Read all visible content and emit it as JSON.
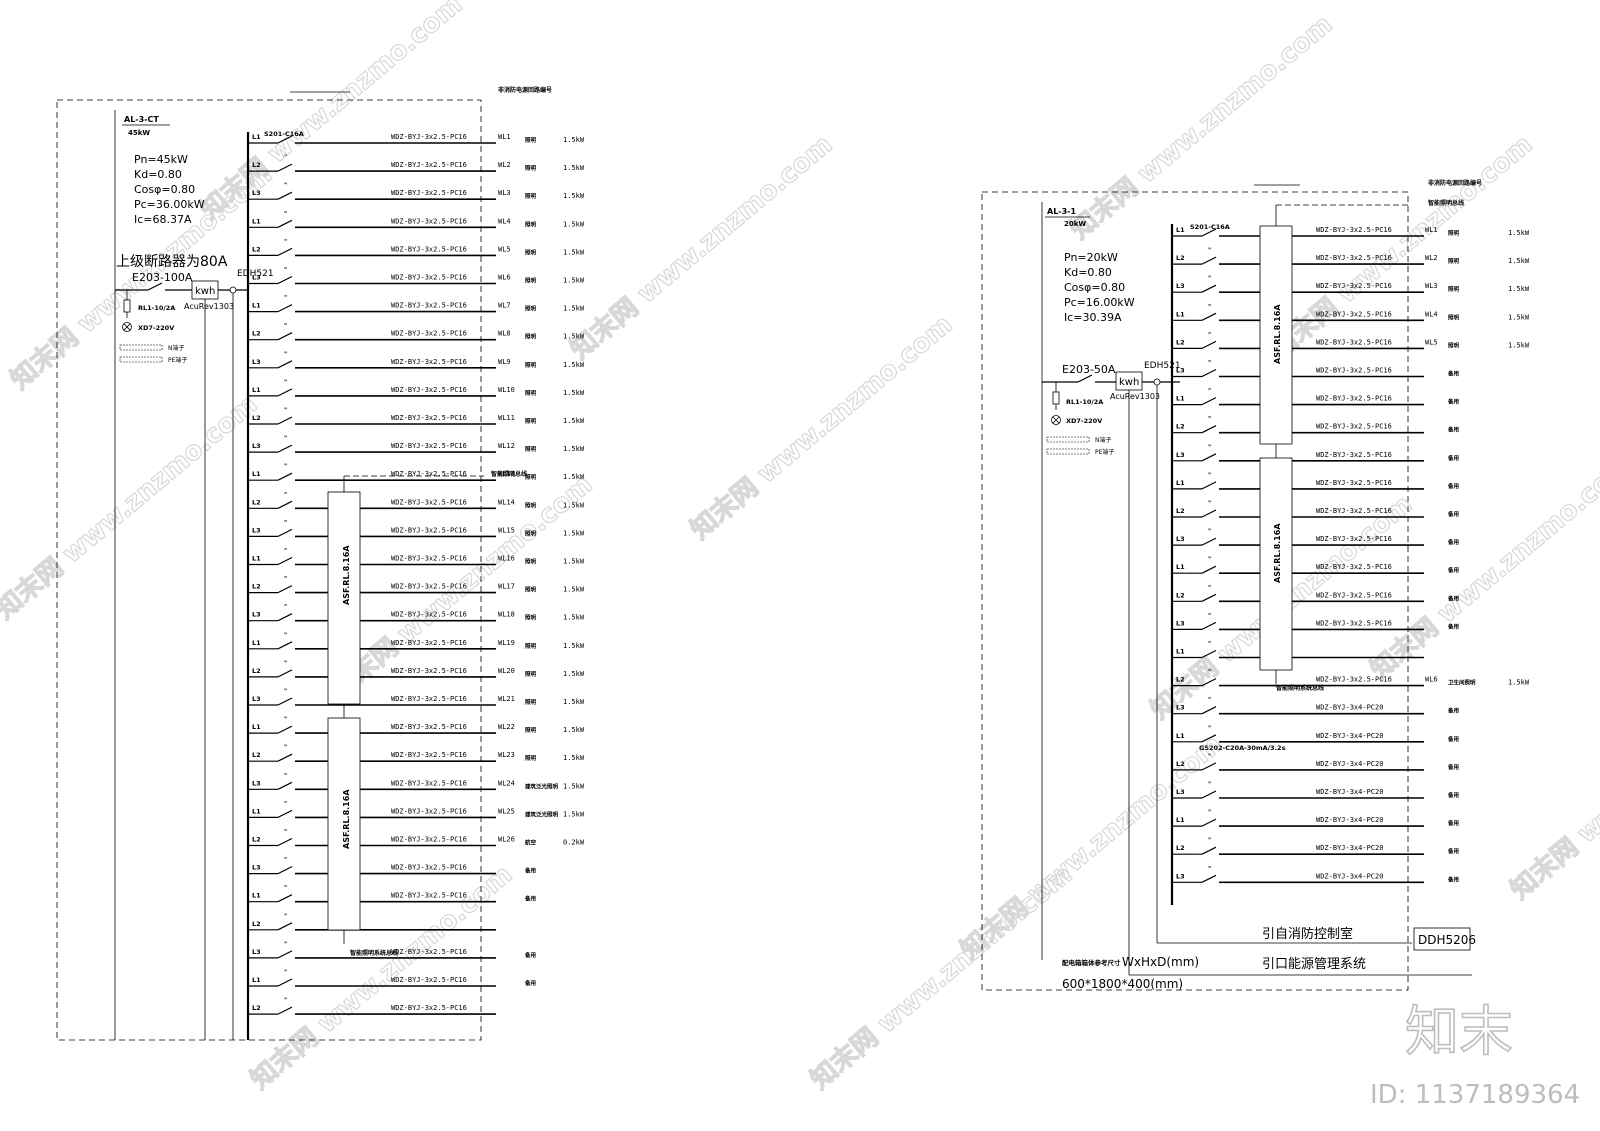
{
  "left_panel": {
    "panel_id": "AL-3-CT",
    "power": "45kW",
    "specs": [
      "Pn=45kW",
      "Kd=0.80",
      "Cosφ=0.80",
      "Pc=36.00kW",
      "Ic=68.37A"
    ],
    "top_note": "非消防电源回路编号",
    "upstream_note": "上级断路器为80A",
    "main_breaker": "E203-100A",
    "meter": "kwh",
    "meter_model": "AcuRev1303",
    "spd": "EDH521",
    "fuse": "RL1-10/2A",
    "lamp": "XD7-220V",
    "n_terminal": "N端子",
    "pe_terminal": "PE端子",
    "first_breaker": "S201-C16A",
    "smart_module_note": "智能照明总线",
    "smart_module_end_note": "智能照明系统总线",
    "module_label": "ASF.RL.8.16A",
    "circuits": [
      {
        "phase": "L1",
        "cable": "WDZ-BYJ-3x2.5-PC16",
        "wl": "WL1",
        "use": "照明",
        "load": "1.5kW"
      },
      {
        "phase": "L2",
        "cable": "WDZ-BYJ-3x2.5-PC16",
        "wl": "WL2",
        "use": "照明",
        "load": "1.5kW"
      },
      {
        "phase": "L3",
        "cable": "WDZ-BYJ-3x2.5-PC16",
        "wl": "WL3",
        "use": "照明",
        "load": "1.5kW"
      },
      {
        "phase": "L1",
        "cable": "WDZ-BYJ-3x2.5-PC16",
        "wl": "WL4",
        "use": "照明",
        "load": "1.5kW"
      },
      {
        "phase": "L2",
        "cable": "WDZ-BYJ-3x2.5-PC16",
        "wl": "WL5",
        "use": "照明",
        "load": "1.5kW"
      },
      {
        "phase": "L3",
        "cable": "WDZ-BYJ-3x2.5-PC16",
        "wl": "WL6",
        "use": "照明",
        "load": "1.5kW"
      },
      {
        "phase": "L1",
        "cable": "WDZ-BYJ-3x2.5-PC16",
        "wl": "WL7",
        "use": "照明",
        "load": "1.5kW"
      },
      {
        "phase": "L2",
        "cable": "WDZ-BYJ-3x2.5-PC16",
        "wl": "WL8",
        "use": "照明",
        "load": "1.5kW"
      },
      {
        "phase": "L3",
        "cable": "WDZ-BYJ-3x2.5-PC16",
        "wl": "WL9",
        "use": "照明",
        "load": "1.5kW"
      },
      {
        "phase": "L1",
        "cable": "WDZ-BYJ-3x2.5-PC16",
        "wl": "WL10",
        "use": "照明",
        "load": "1.5kW"
      },
      {
        "phase": "L2",
        "cable": "WDZ-BYJ-3x2.5-PC16",
        "wl": "WL11",
        "use": "照明",
        "load": "1.5kW"
      },
      {
        "phase": "L3",
        "cable": "WDZ-BYJ-3x2.5-PC16",
        "wl": "WL12",
        "use": "照明",
        "load": "1.5kW"
      },
      {
        "phase": "L1",
        "cable": "WDZ-BYJ-3x2.5-PC16",
        "wl": "WL13",
        "use": "照明",
        "load": "1.5kW"
      },
      {
        "phase": "L2",
        "cable": "WDZ-BYJ-3x2.5-PC16",
        "wl": "WL14",
        "use": "照明",
        "load": "1.5kW"
      },
      {
        "phase": "L3",
        "cable": "WDZ-BYJ-3x2.5-PC16",
        "wl": "WL15",
        "use": "照明",
        "load": "1.5kW"
      },
      {
        "phase": "L1",
        "cable": "WDZ-BYJ-3x2.5-PC16",
        "wl": "WL16",
        "use": "照明",
        "load": "1.5kW"
      },
      {
        "phase": "L2",
        "cable": "WDZ-BYJ-3x2.5-PC16",
        "wl": "WL17",
        "use": "照明",
        "load": "1.5kW"
      },
      {
        "phase": "L3",
        "cable": "WDZ-BYJ-3x2.5-PC16",
        "wl": "WL18",
        "use": "照明",
        "load": "1.5kW"
      },
      {
        "phase": "L1",
        "cable": "WDZ-BYJ-3x2.5-PC16",
        "wl": "WL19",
        "use": "照明",
        "load": "1.5kW"
      },
      {
        "phase": "L2",
        "cable": "WDZ-BYJ-3x2.5-PC16",
        "wl": "WL20",
        "use": "照明",
        "load": "1.5kW"
      },
      {
        "phase": "L3",
        "cable": "WDZ-BYJ-3x2.5-PC16",
        "wl": "WL21",
        "use": "照明",
        "load": "1.5kW"
      },
      {
        "phase": "L1",
        "cable": "WDZ-BYJ-3x2.5-PC16",
        "wl": "WL22",
        "use": "照明",
        "load": "1.5kW"
      },
      {
        "phase": "L2",
        "cable": "WDZ-BYJ-3x2.5-PC16",
        "wl": "WL23",
        "use": "照明",
        "load": "1.5kW"
      },
      {
        "phase": "L3",
        "cable": "WDZ-BYJ-3x2.5-PC16",
        "wl": "WL24",
        "use": "建筑泛光照明",
        "load": "1.5kW"
      },
      {
        "phase": "L1",
        "cable": "WDZ-BYJ-3x2.5-PC16",
        "wl": "WL25",
        "use": "建筑泛光照明",
        "load": "1.5kW"
      },
      {
        "phase": "L2",
        "cable": "WDZ-BYJ-3x2.5-PC16",
        "wl": "WL26",
        "use": "航空",
        "load": "0.2kW"
      },
      {
        "phase": "L3",
        "cable": "WDZ-BYJ-3x2.5-PC16",
        "wl": "",
        "use": "备用",
        "load": ""
      },
      {
        "phase": "L1",
        "cable": "WDZ-BYJ-3x2.5-PC16",
        "wl": "",
        "use": "备用",
        "load": ""
      },
      {
        "phase": "L2",
        "cable": "",
        "wl": "",
        "use": "",
        "load": ""
      },
      {
        "phase": "L3",
        "cable": "WDZ-BYJ-3x2.5-PC16",
        "wl": "",
        "use": "备用",
        "load": ""
      },
      {
        "phase": "L1",
        "cable": "WDZ-BYJ-3x2.5-PC16",
        "wl": "",
        "use": "备用",
        "load": ""
      },
      {
        "phase": "L2",
        "cable": "WDZ-BYJ-3x2.5-PC16",
        "wl": "",
        "use": "",
        "load": ""
      }
    ]
  },
  "right_panel": {
    "panel_id": "AL-3-1",
    "power": "20kW",
    "specs": [
      "Pn=20kW",
      "Kd=0.80",
      "Cosφ=0.80",
      "Pc=16.00kW",
      "Ic=30.39A"
    ],
    "top_note": "非消防电源回路编号",
    "smart_note": "智能照明总线",
    "smart_end_note": "智能照明系统总线",
    "main_breaker": "E203-50A",
    "meter": "kwh",
    "meter_model": "AcuRev1303",
    "spd": "EDH521",
    "fuse": "RL1-10/2A",
    "lamp": "XD7-220V",
    "n_terminal": "N端子",
    "pe_terminal": "PE端子",
    "first_breaker": "S201-C16A",
    "rcd_breaker": "GS202-C20A-30mA/3.2s",
    "module_label": "ASF.RL.8.16A",
    "fire_control": "引自消防控制室",
    "energy_system": "引口能源管理系统",
    "ddh": "DDH5206",
    "size_label": "配电箱箱体参考尺寸",
    "size_formula": "WxHxD(mm)",
    "size_value": "600*1800*400(mm)",
    "circuits": [
      {
        "phase": "L1",
        "cable": "WDZ-BYJ-3x2.5-PC16",
        "wl": "WL1",
        "use": "照明",
        "load": "1.5kW"
      },
      {
        "phase": "L2",
        "cable": "WDZ-BYJ-3x2.5-PC16",
        "wl": "WL2",
        "use": "照明",
        "load": "1.5kW"
      },
      {
        "phase": "L3",
        "cable": "WDZ-BYJ-3x2.5-PC16",
        "wl": "WL3",
        "use": "照明",
        "load": "1.5kW"
      },
      {
        "phase": "L1",
        "cable": "WDZ-BYJ-3x2.5-PC16",
        "wl": "WL4",
        "use": "照明",
        "load": "1.5kW"
      },
      {
        "phase": "L2",
        "cable": "WDZ-BYJ-3x2.5-PC16",
        "wl": "WL5",
        "use": "照明",
        "load": "1.5kW"
      },
      {
        "phase": "L3",
        "cable": "WDZ-BYJ-3x2.5-PC16",
        "wl": "",
        "use": "备用",
        "load": ""
      },
      {
        "phase": "L1",
        "cable": "WDZ-BYJ-3x2.5-PC16",
        "wl": "",
        "use": "备用",
        "load": ""
      },
      {
        "phase": "L2",
        "cable": "WDZ-BYJ-3x2.5-PC16",
        "wl": "",
        "use": "备用",
        "load": ""
      },
      {
        "phase": "L3",
        "cable": "WDZ-BYJ-3x2.5-PC16",
        "wl": "",
        "use": "备用",
        "load": ""
      },
      {
        "phase": "L1",
        "cable": "WDZ-BYJ-3x2.5-PC16",
        "wl": "",
        "use": "备用",
        "load": ""
      },
      {
        "phase": "L2",
        "cable": "WDZ-BYJ-3x2.5-PC16",
        "wl": "",
        "use": "备用",
        "load": ""
      },
      {
        "phase": "L3",
        "cable": "WDZ-BYJ-3x2.5-PC16",
        "wl": "",
        "use": "备用",
        "load": ""
      },
      {
        "phase": "L1",
        "cable": "WDZ-BYJ-3x2.5-PC16",
        "wl": "",
        "use": "备用",
        "load": ""
      },
      {
        "phase": "L2",
        "cable": "WDZ-BYJ-3x2.5-PC16",
        "wl": "",
        "use": "备用",
        "load": ""
      },
      {
        "phase": "L3",
        "cable": "WDZ-BYJ-3x2.5-PC16",
        "wl": "",
        "use": "备用",
        "load": ""
      },
      {
        "phase": "L1",
        "cable": "",
        "wl": "",
        "use": "",
        "load": ""
      },
      {
        "phase": "L2",
        "cable": "WDZ-BYJ-3x2.5-PC16",
        "wl": "WL6",
        "use": "卫生间照明",
        "load": "1.5kW"
      },
      {
        "phase": "L3",
        "cable": "WDZ-BYJ-3x4-PC20",
        "wl": "",
        "use": "备用",
        "load": ""
      },
      {
        "phase": "L1",
        "cable": "WDZ-BYJ-3x4-PC20",
        "wl": "",
        "use": "备用",
        "load": ""
      },
      {
        "phase": "L2",
        "cable": "WDZ-BYJ-3x4-PC20",
        "wl": "",
        "use": "备用",
        "load": ""
      },
      {
        "phase": "L3",
        "cable": "WDZ-BYJ-3x4-PC20",
        "wl": "",
        "use": "备用",
        "load": ""
      },
      {
        "phase": "L1",
        "cable": "WDZ-BYJ-3x4-PC20",
        "wl": "",
        "use": "备用",
        "load": ""
      },
      {
        "phase": "L2",
        "cable": "WDZ-BYJ-3x4-PC20",
        "wl": "",
        "use": "备用",
        "load": ""
      },
      {
        "phase": "L3",
        "cable": "WDZ-BYJ-3x4-PC20",
        "wl": "",
        "use": "备用",
        "load": ""
      }
    ]
  },
  "watermark": {
    "site": "www.znzmo.com",
    "brand": "知末网",
    "logo": "知末",
    "id": "ID: 1137189364"
  }
}
